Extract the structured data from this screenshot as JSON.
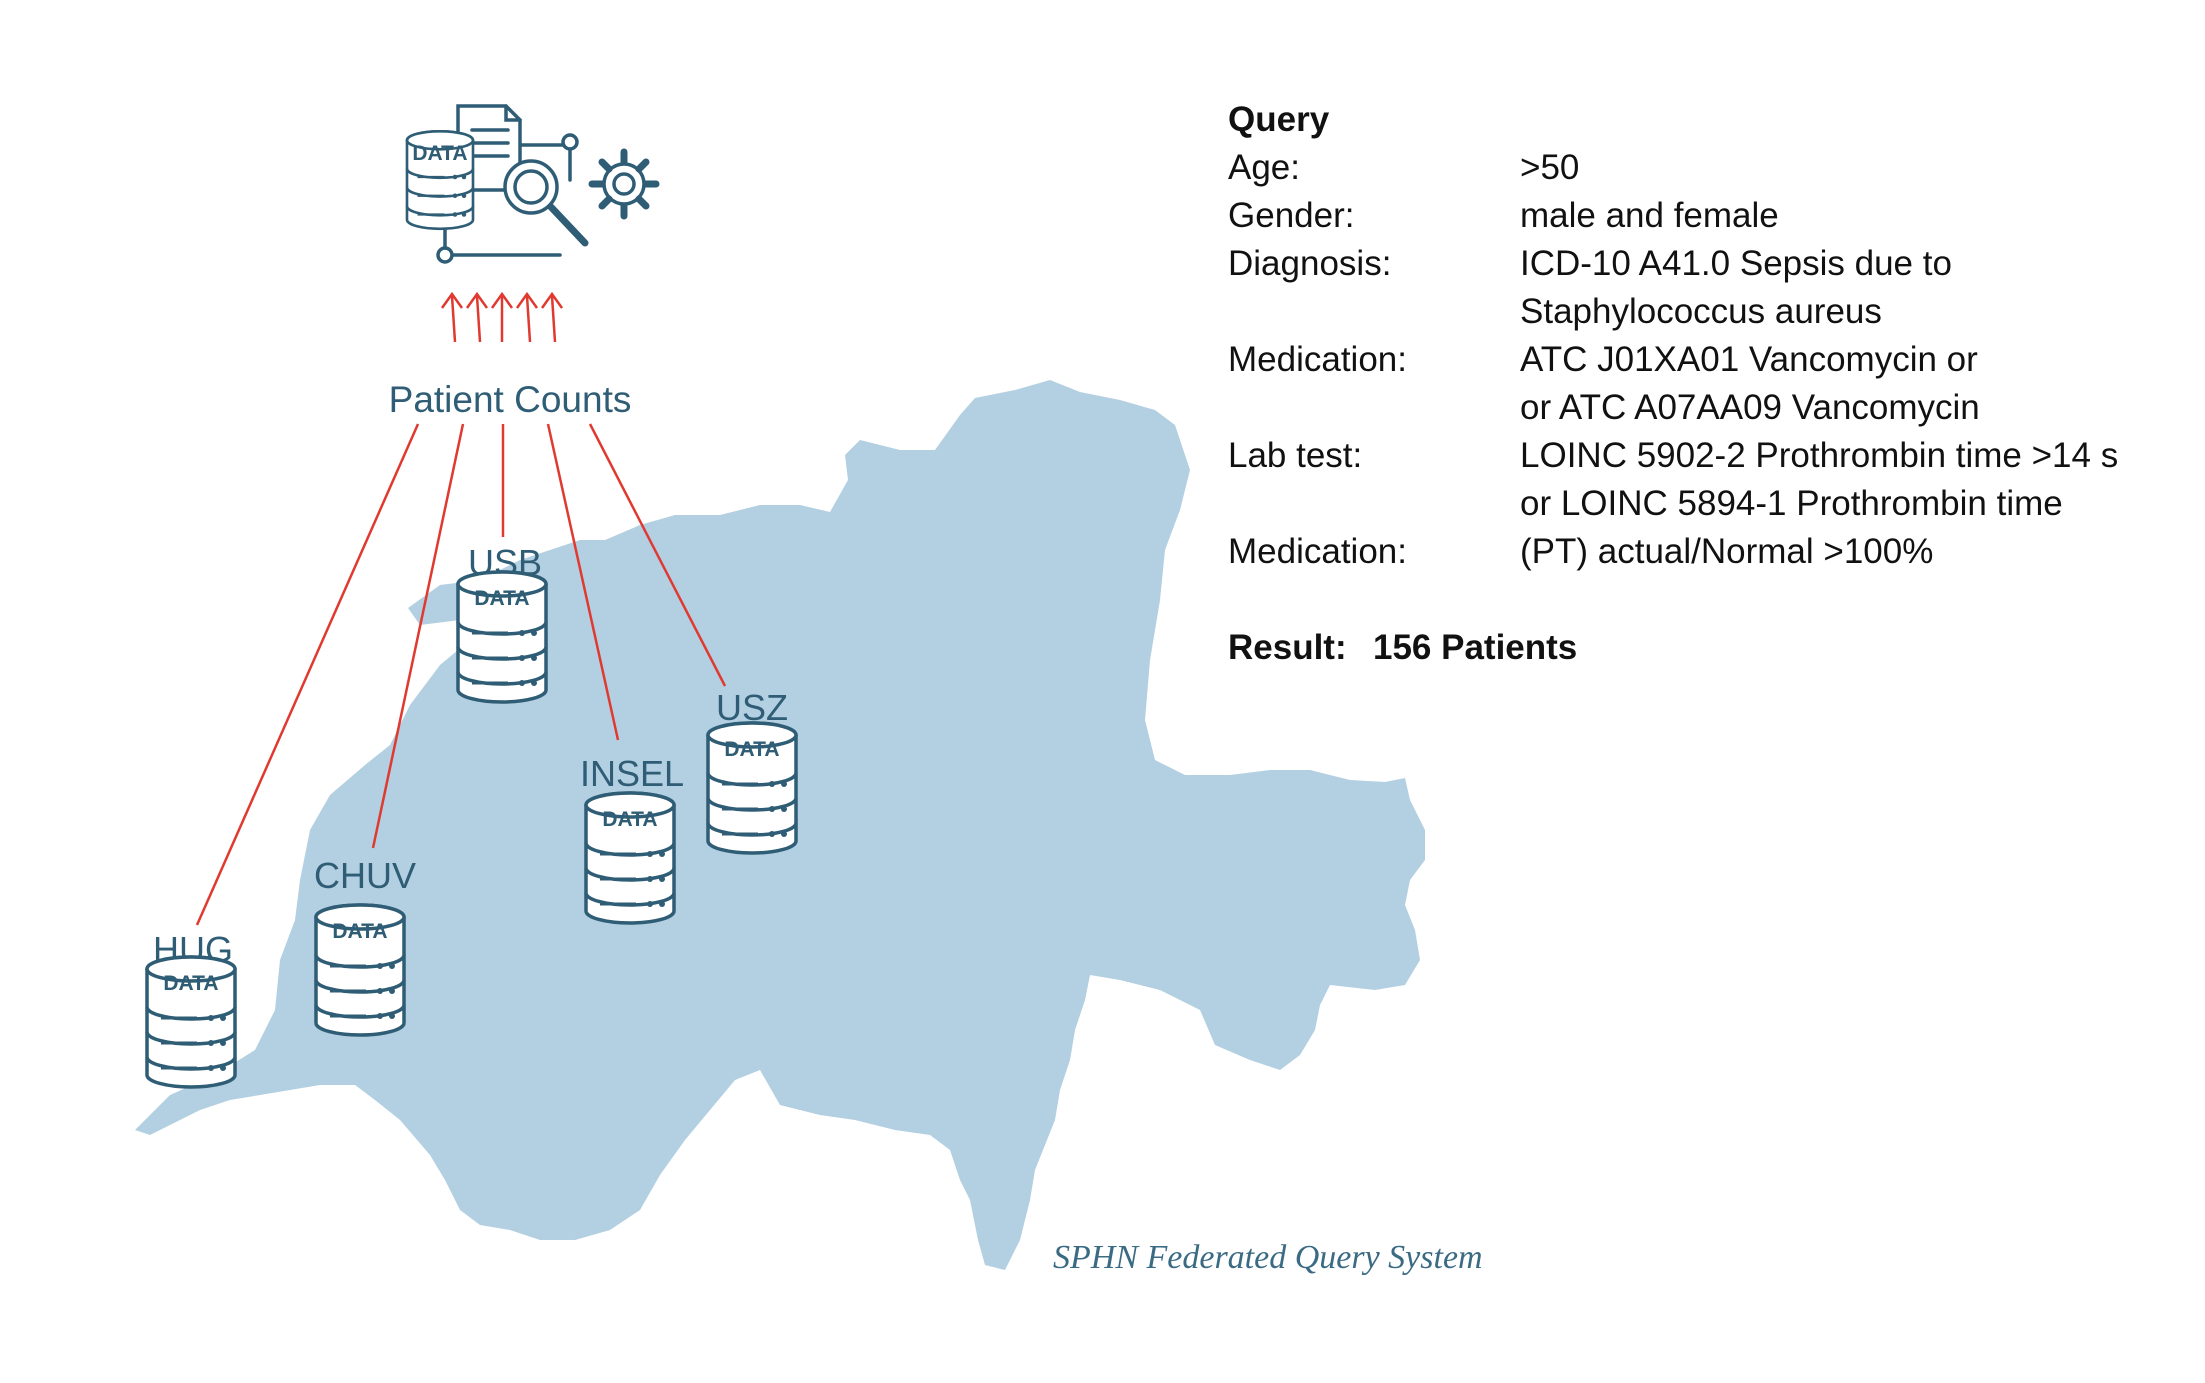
{
  "diagram": {
    "aggregation_label": "Patient Counts",
    "caption": "SPHN Federated Query System",
    "db_label": "DATA",
    "colors": {
      "map": "#b3cfe2",
      "icon": "#2f5d75",
      "arrow": "#e03a30"
    },
    "sites": [
      {
        "name": "HUG"
      },
      {
        "name": "CHUV"
      },
      {
        "name": "USB"
      },
      {
        "name": "INSEL"
      },
      {
        "name": "USZ"
      }
    ]
  },
  "query": {
    "title": "Query",
    "rows": [
      {
        "label": "Age:",
        "lines": [
          ">50"
        ]
      },
      {
        "label": "Gender:",
        "lines": [
          "male and female"
        ]
      },
      {
        "label": "Diagnosis:",
        "lines": [
          "ICD-10 A41.0 Sepsis due to",
          "Staphylococcus aureus"
        ]
      },
      {
        "label": "Medication:",
        "lines": [
          "ATC J01XA01 Vancomycin or",
          "or ATC A07AA09 Vancomycin"
        ]
      },
      {
        "label": "Lab test:",
        "lines": [
          "LOINC 5902-2 Prothrombin time >14 s",
          "or LOINC 5894-1 Prothrombin time"
        ]
      },
      {
        "label": "Medication:",
        "lines": [
          "(PT) actual/Normal >100%"
        ]
      }
    ],
    "result_label": "Result:",
    "result_value": "156 Patients"
  }
}
